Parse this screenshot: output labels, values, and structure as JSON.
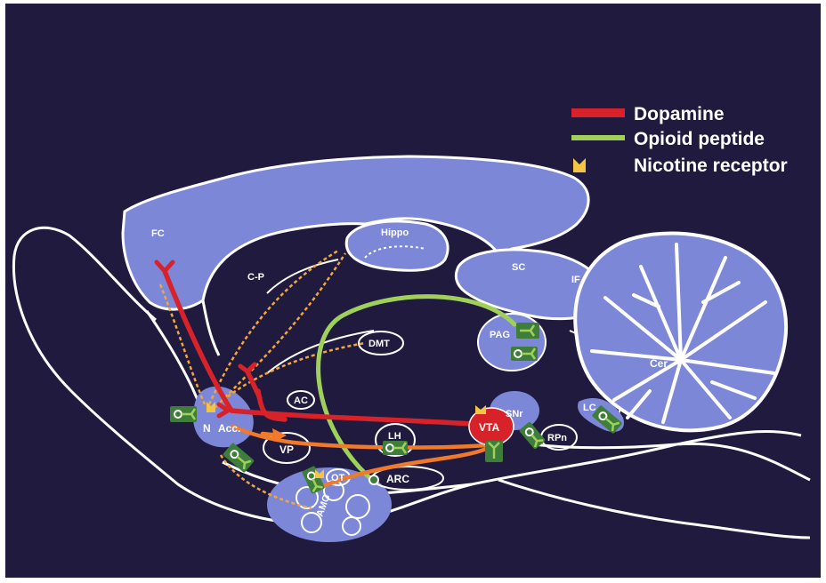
{
  "colors": {
    "background": "#201b3e",
    "region_fill": "#7d87d8",
    "outline": "#ffffff",
    "dopamine": "#d8222a",
    "opioid_peptide": "#9fd15a",
    "opioid_synapse": "#3f7d3a",
    "nicotine_receptor": "#f4c542",
    "dotted_pathway": "#f2a73a",
    "orange_pathway": "#f07a2a"
  },
  "legend": {
    "dopamine": "Dopamine",
    "opioid": "Opioid peptide",
    "nicotine": "Nicotine receptor"
  },
  "regions": {
    "fc": "FC",
    "cp": "C-P",
    "hippo": "Hippo",
    "sc": "SC",
    "if": "IF",
    "cer": "Cer",
    "pag": "PAG",
    "dmt": "DMT",
    "ac": "AC",
    "n": "N",
    "acc": "Acc.",
    "vp": "VP",
    "lh": "LH",
    "vta": "VTA",
    "snr": "SNr",
    "rpn": "RPn",
    "lc": "LC",
    "ot": "OT",
    "arc": "ARC",
    "amg": "AMG"
  }
}
